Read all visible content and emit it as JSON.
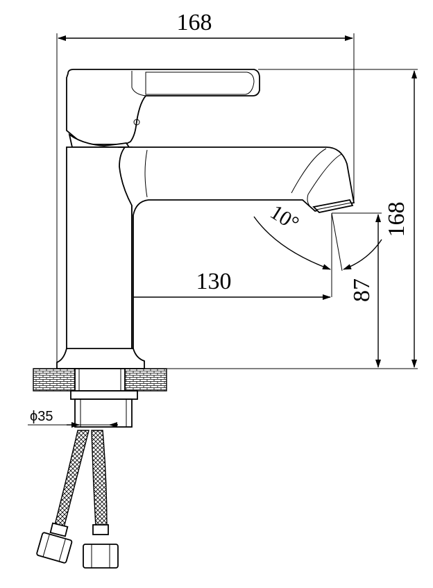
{
  "dimensions": {
    "overall_width": "168",
    "overall_height": "168",
    "spout_reach": "130",
    "spout_height": "87",
    "spout_angle": "10°",
    "connector_diameter": "ϕ35"
  }
}
